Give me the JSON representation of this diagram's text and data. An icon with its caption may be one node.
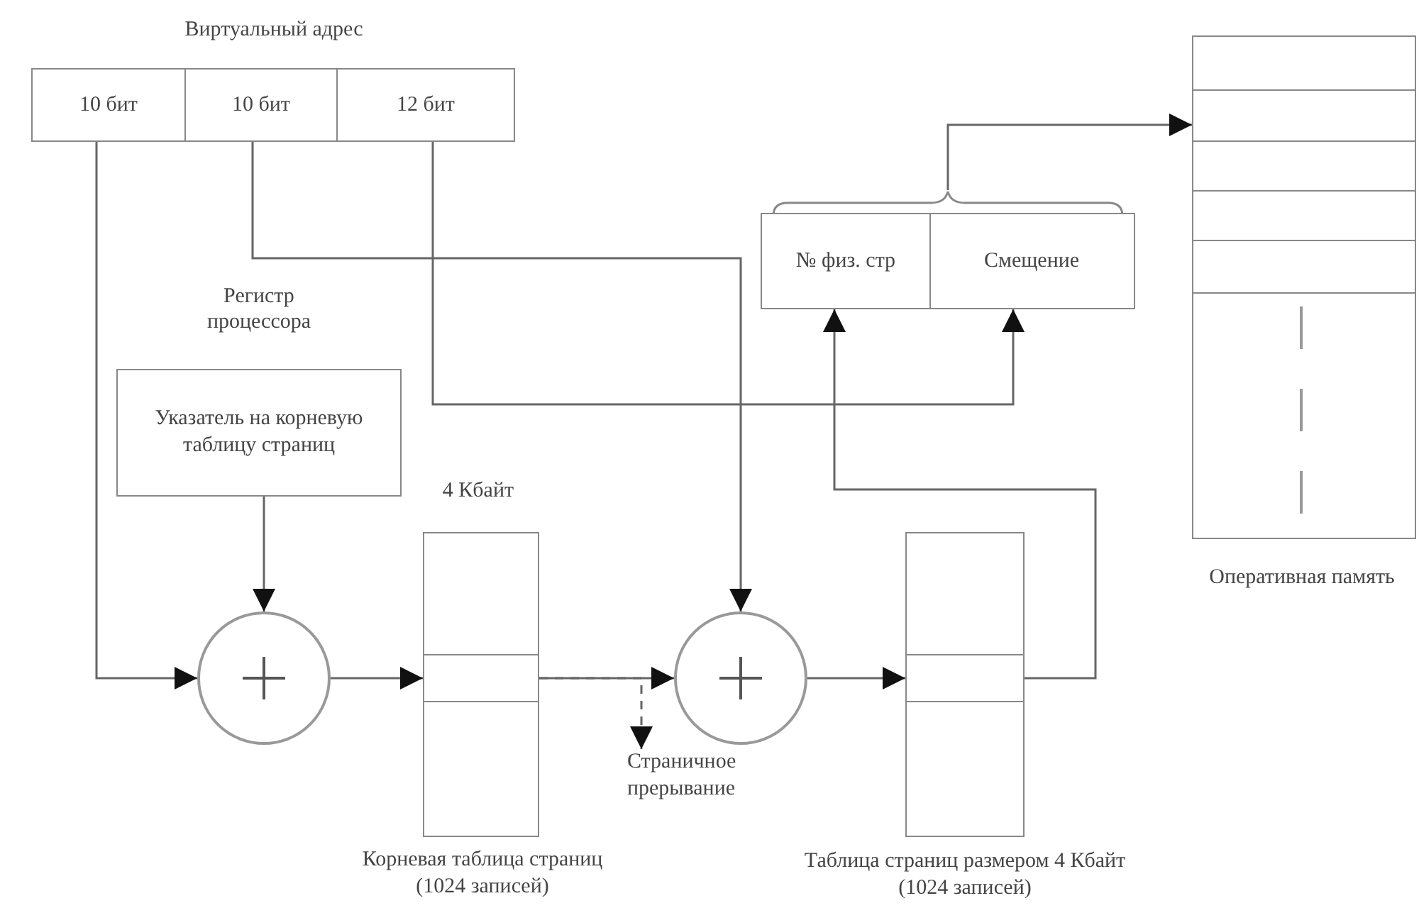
{
  "diagram": {
    "nodes": [
      {
        "text": [
          "Виртуальный адрес"
        ]
      },
      {
        "text": [
          "10 бит"
        ],
        "in": 0
      },
      {
        "text": [
          "10 бит"
        ],
        "in": 0
      },
      {
        "text": [
          "12 бит"
        ],
        "in": 0
      },
      {
        "text": [
          "Регистр процессора",
          "Указатель на корневую таблицу страниц"
        ]
      },
      {
        "text": [],
        "shape": "circle"
      },
      {
        "text": [],
        "shape": "box",
        "beside": [
          "4 Кбайт",
          "Корневая таблица страниц (1024 записей)"
        ]
      },
      {
        "text": [],
        "shape": "circle"
      },
      {
        "text": [],
        "shape": "box",
        "beside": [
          "Таблица страниц размером 4 Кбайт (1024 записей)"
        ]
      },
      {
        "text": [],
        "shape": "box"
      },
      {
        "text": [
          "№ физ. стр"
        ],
        "in": 9
      },
      {
        "text": [
          "Смещение"
        ],
        "in": 9
      },
      {
        "text": [],
        "shape": "box",
        "beside": [
          "Оперативная память"
        ]
      },
      {
        "text": [
          "Страничное прерывание"
        ]
      }
    ],
    "edges": [
      {
        "from": 1,
        "to": 5,
        "arrow": "to"
      },
      {
        "from": 4,
        "to": 5,
        "arrow": "to"
      },
      {
        "from": 5,
        "to": 6,
        "arrow": "to"
      },
      {
        "from": 6,
        "to": 7,
        "arrow": "to"
      },
      {
        "from": 6,
        "to": 13,
        "arrow": "to",
        "style": "dashed"
      },
      {
        "from": 2,
        "to": 7,
        "arrow": "to"
      },
      {
        "from": 3,
        "to": 11,
        "arrow": "to"
      },
      {
        "from": 7,
        "to": 8,
        "arrow": "to"
      },
      {
        "from": 8,
        "to": 10,
        "arrow": "to"
      },
      {
        "from": 9,
        "to": 12,
        "arrow": "to"
      }
    ]
  }
}
